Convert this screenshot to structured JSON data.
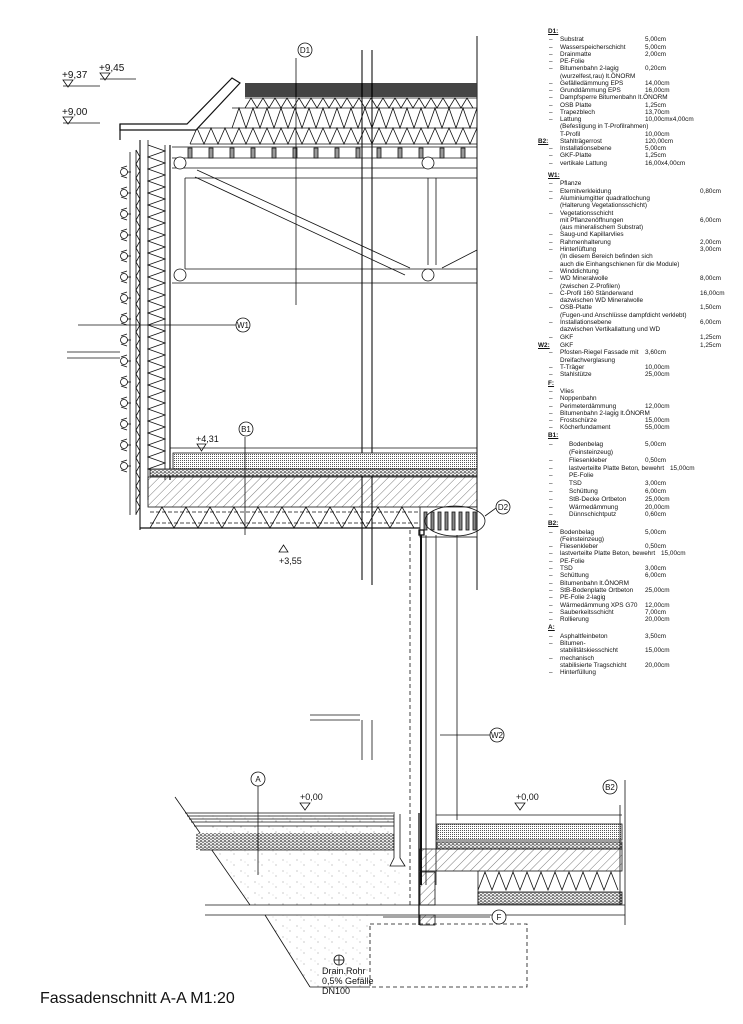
{
  "title": "Fassadenschnitt A-A M1:20",
  "levels": {
    "l937": "+9,37",
    "l945": "+9,45",
    "l900": "+9,00",
    "l431": "+4,31",
    "l355": "+3,55",
    "l000a": "+0,00",
    "l000b": "+0,00"
  },
  "markers": {
    "d1": "D1",
    "w1": "W1",
    "b1": "B1",
    "d2": "D2",
    "w2": "W2",
    "a": "A",
    "b2": "B2",
    "f": "F"
  },
  "drain": {
    "line1": "Drain.Rohr",
    "line2": "0,5% Gefälle",
    "line3": "DN100"
  },
  "legend": [
    {
      "id": "D1",
      "header": "D1:",
      "rows": [
        {
          "label": "Substrat",
          "value": "5,00cm"
        },
        {
          "label": "Wasserspeicherschicht",
          "value": "5,00cm"
        },
        {
          "label": "Drainmatte",
          "value": "2,00cm"
        },
        {
          "label": "PE-Folie"
        },
        {
          "label": "Bitumenbahn 2-lagig",
          "value": "0,20cm"
        },
        {
          "label": "(wurzelfest,rau) lt.ÖNORM",
          "cont": true
        },
        {
          "label": "Gefälledämmung EPS",
          "value": "14,00cm"
        },
        {
          "label": "Grunddämmung EPS",
          "value": "16,00cm"
        },
        {
          "label": "Dampfsperre Bitumenbahn lt.ÖNORM"
        },
        {
          "label": "OSB Platte",
          "value": "1,25cm"
        },
        {
          "label": "Trapezblech",
          "value": "13,70cm"
        },
        {
          "label": "Lattung",
          "value": "10,00cmx4,00cm"
        },
        {
          "label": "(Befestigung in T-Profilrahmen)",
          "cont": true
        },
        {
          "label": "T-Profil",
          "value": "10,00cm",
          "cont": true
        },
        {
          "tag": "B2:",
          "label": "Stahlträgerrost",
          "value": "120,00cm"
        },
        {
          "label": "Installationsebene",
          "value": "5,00cm"
        },
        {
          "label": "GKF-Platte",
          "value": "1,25cm"
        },
        {
          "label": "vertikale Lattung",
          "value": "16,00x4,00cm"
        }
      ]
    },
    {
      "id": "W1",
      "header": "W1:",
      "rows": [
        {
          "label": "Pflanze"
        },
        {
          "label": "Eternitverkleidung",
          "value": "0,80cm"
        },
        {
          "label": "Aluminiumgitter quadratlochung"
        },
        {
          "label": "(Halterung Vegetationsschicht)",
          "cont": true
        },
        {
          "label": "Vegetationsschicht"
        },
        {
          "label": "mit Pflanzenöffnungen",
          "value": "6,00cm",
          "cont": true
        },
        {
          "label": "(aus mineralischem Substrat)",
          "cont": true
        },
        {
          "label": "Saug-und Kapillarvlies"
        },
        {
          "label": "Rahmenhalterung",
          "value": "2,00cm"
        },
        {
          "label": "Hinterlüftung",
          "value": "3,00cm"
        },
        {
          "label": "(In diesem Bereich befinden sich",
          "cont": true
        },
        {
          "label": "auch die Einhangschienen für die Module)",
          "cont": true
        },
        {
          "label": "Winddichtung"
        },
        {
          "label": "WD Mineralwolle",
          "value": "8,00cm"
        },
        {
          "label": "(zwischen Z-Profilen)",
          "cont": true
        },
        {
          "label": "C-Profil 160 Ständerwand",
          "value": "16,00cm"
        },
        {
          "label": "dazwischen WD Mineralwolle",
          "cont": true
        },
        {
          "label": "OSB-Platte",
          "value": "1,50cm"
        },
        {
          "label": "(Fugen-und Anschlüsse dampfdicht verklebt)",
          "cont": true
        },
        {
          "label": "Installationsebene",
          "value": "6,00cm"
        },
        {
          "label": "dazwischen Vertikallattung und WD",
          "cont": true
        },
        {
          "label": "GKF",
          "value": "1,25cm"
        }
      ]
    },
    {
      "id": "W2",
      "rows": [
        {
          "tag": "W2:",
          "label": "GKF",
          "value": "1,25cm"
        },
        {
          "label": "Pfosten-Riegel Fassade mit",
          "value": "3,60cm"
        },
        {
          "label": "Dreifachverglasung",
          "cont": true
        },
        {
          "label": "T-Träger",
          "value": "10,00cm"
        },
        {
          "label": "Stahlstütze",
          "value": "25,00cm"
        }
      ]
    },
    {
      "id": "F",
      "header": "F:",
      "rows": [
        {
          "label": "Vlies"
        },
        {
          "label": "Noppenbahn"
        },
        {
          "label": "Perimeterdämmung",
          "value": "12,00cm"
        },
        {
          "label": "Bitumenbahn 2-lagig lt.ÖNORM"
        },
        {
          "label": "Frostschürze",
          "value": "15,00cm"
        },
        {
          "label": "Köcherfundament",
          "value": "55,00cm"
        }
      ]
    },
    {
      "id": "B1",
      "header": "B1:",
      "rows": [
        {
          "label": "Bodenbelag",
          "value": "5,00cm"
        },
        {
          "label": "(Feinsteinzeug)",
          "cont": true
        },
        {
          "label": "Fliesenkleber",
          "value": "0,50cm"
        },
        {
          "label": "lastverteilte Platte Beton, bewehrt",
          "value": "15,00cm"
        },
        {
          "label": "PE-Folie"
        },
        {
          "label": "TSD",
          "value": "3,00cm"
        },
        {
          "label": "Schüttung",
          "value": "6,00cm"
        },
        {
          "label": "StB-Decke Ortbeton",
          "value": "25,00cm"
        },
        {
          "label": "Wärmedämmung",
          "value": "20,00cm"
        },
        {
          "label": "Dünnschichtputz",
          "value": "0,60cm"
        }
      ]
    },
    {
      "id": "B2",
      "header": "B2:",
      "rows": [
        {
          "label": "Bodenbelag",
          "value": "5,00cm"
        },
        {
          "label": "(Feinsteinzeug)",
          "cont": true
        },
        {
          "label": "Fliesenkleber",
          "value": "0,50cm"
        },
        {
          "label": "lastverteilte Platte Beton, bewehrt",
          "value": "15,00cm"
        },
        {
          "label": "PE-Folie"
        },
        {
          "label": "TSD",
          "value": "3,00cm"
        },
        {
          "label": "Schüttung",
          "value": "6,00cm"
        },
        {
          "label": "Bitumenbahn lt.ÖNORM"
        },
        {
          "label": "StB-Bodenplatte Ortbeton",
          "value": "25,00cm"
        },
        {
          "label": "PE-Folie 2-lagig"
        },
        {
          "label": "Wärmedämmung XPS G70",
          "value": "12,00cm"
        },
        {
          "label": "Sauberkeitsschicht",
          "value": "7,00cm"
        },
        {
          "label": "Rollierung",
          "value": "20,00cm"
        }
      ]
    },
    {
      "id": "A",
      "header": "A:",
      "rows": [
        {
          "label": "Asphaltfeinbeton",
          "value": "3,50cm"
        },
        {
          "label": "Bitumen-"
        },
        {
          "label": "stabilitätskiesschicht",
          "value": "15,00cm",
          "cont": true
        },
        {
          "label": "mechanisch"
        },
        {
          "label": "stabilisierte Tragschicht",
          "value": "20,00cm",
          "cont": true
        },
        {
          "label": "Hinterfüllung"
        }
      ]
    }
  ]
}
